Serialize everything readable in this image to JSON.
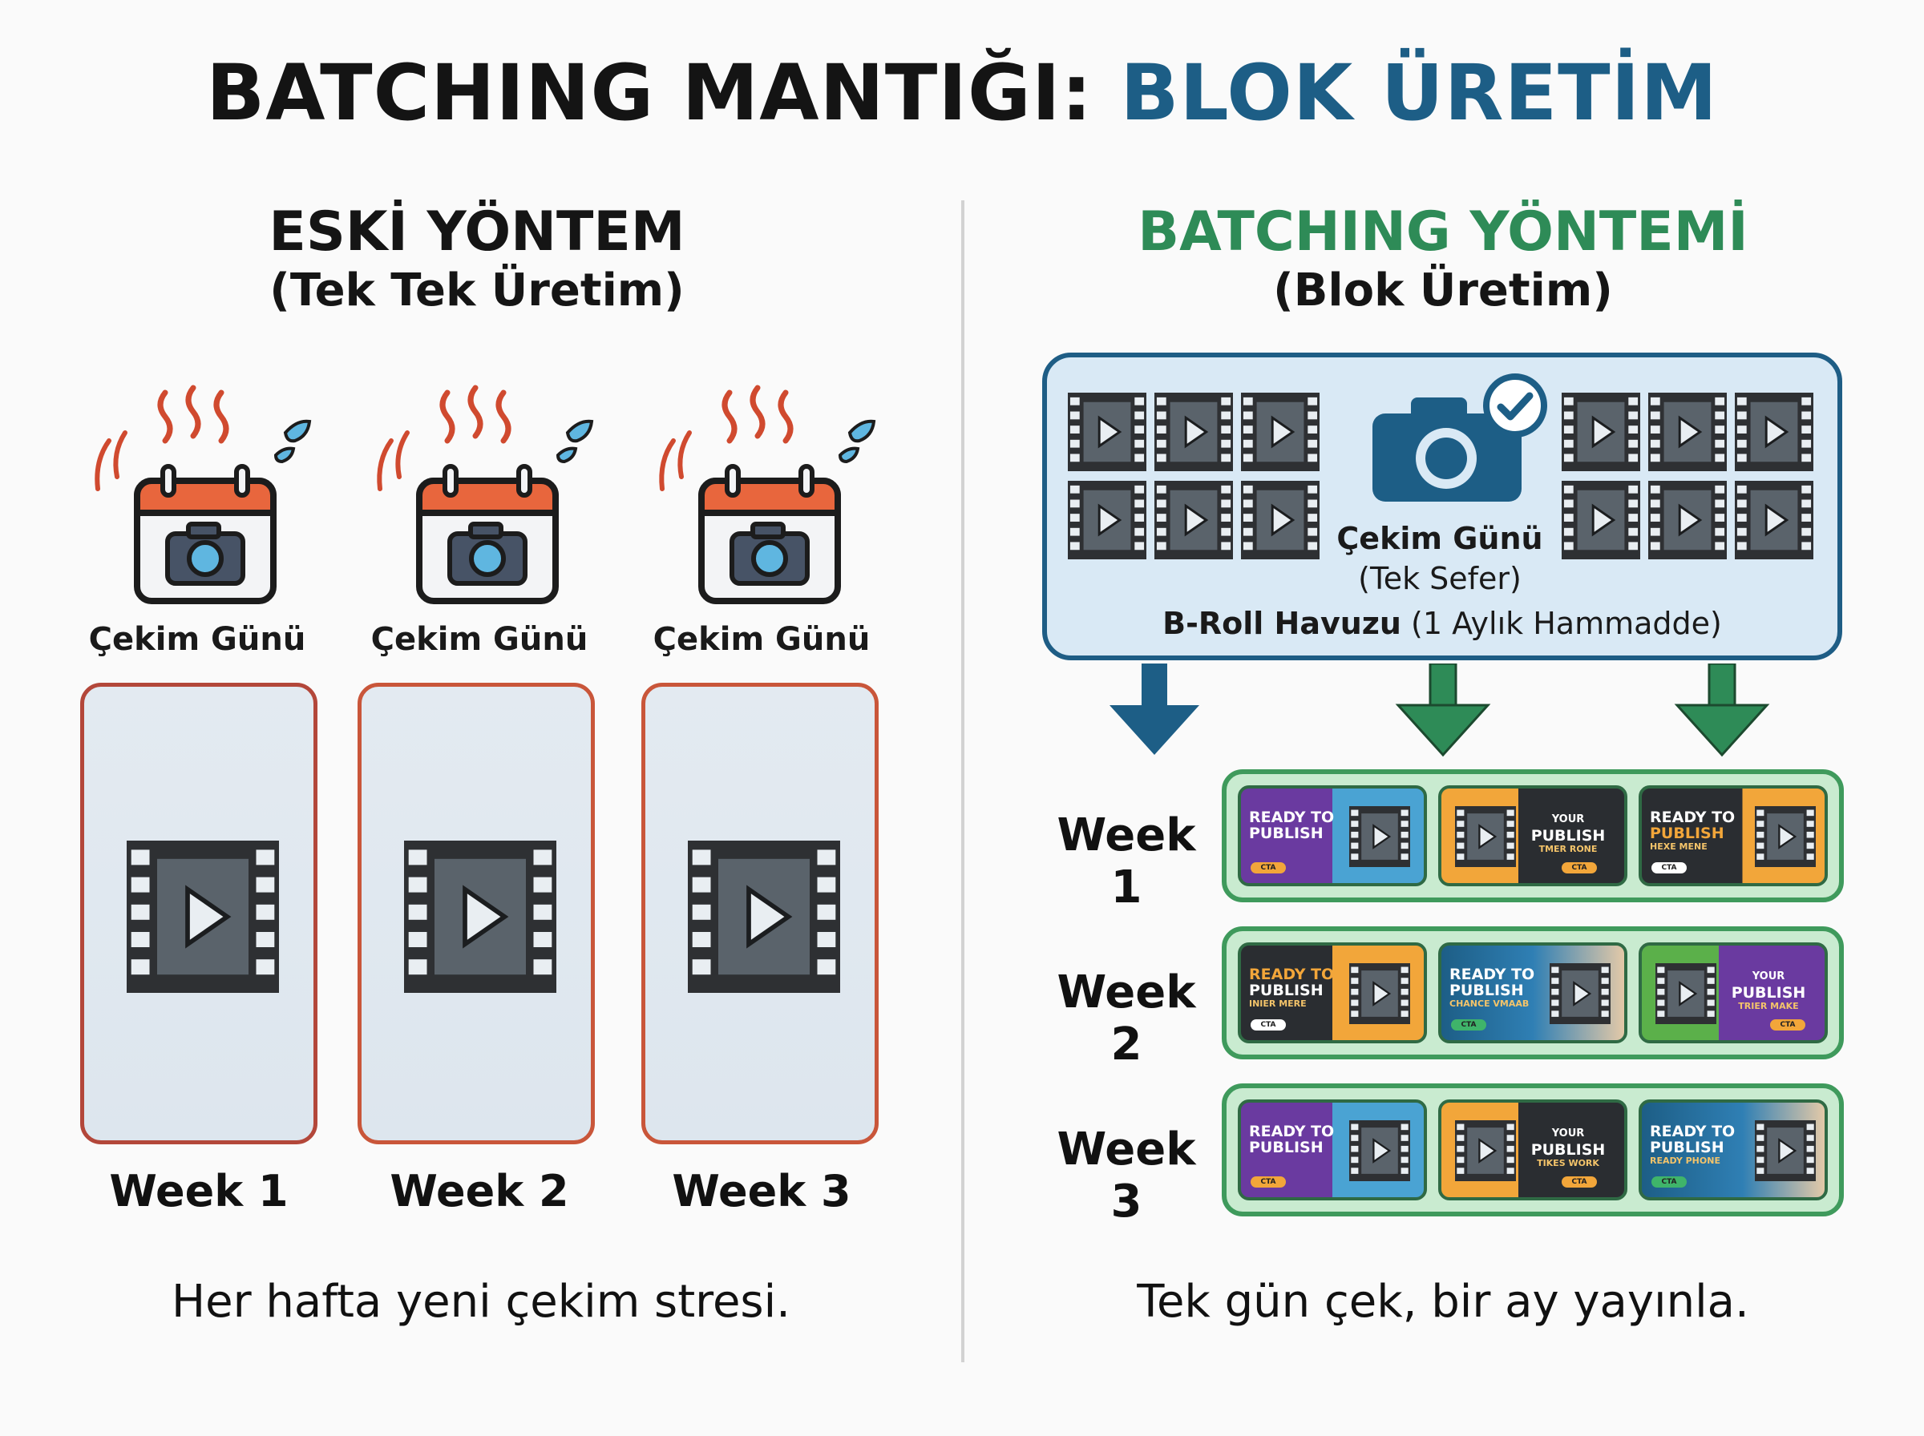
{
  "title": {
    "part1": "BATCHING MANTIĞI:",
    "part2": "BLOK ÜRETİM"
  },
  "colors": {
    "dark_blue": "#1d5e86",
    "green": "#2e8b57",
    "red": "#d04a2f",
    "orange": "#e8663d",
    "light_blue": "#d9e9f5",
    "light_green": "#c9ebd0"
  },
  "left": {
    "heading": "ESKİ YÖNTEM",
    "subheading": "(Tek Tek Üretim)",
    "days": [
      {
        "label": "Çekim Günü",
        "week": "Week 1"
      },
      {
        "label": "Çekim Günü",
        "week": "Week 2"
      },
      {
        "label": "Çekim Günü",
        "week": "Week 3"
      }
    ],
    "caption": "Her hafta yeni çekim stresi.",
    "icons": [
      "calendar-icon",
      "camera-icon",
      "steam-icon",
      "sweat-drop-icon",
      "film-play-icon"
    ]
  },
  "right": {
    "heading": "BATCHING YÖNTEMİ",
    "subheading": "(Blok Üretim)",
    "pool": {
      "shoot_label": "Çekim Günü",
      "shoot_sub": "(Tek Sefer)",
      "pool_bold": "B-Roll Havuzu",
      "pool_rest": " (1 Aylık Hammadde)"
    },
    "weeks": [
      {
        "name": "Week 1",
        "thumbs": [
          {
            "line1": "READY TO",
            "line2": "PUBLISH",
            "sub": "",
            "cta": "CTA"
          },
          {
            "line1": "YOUR",
            "line2": "PUBLISH",
            "sub": "TMER RONE",
            "cta": "CTA"
          },
          {
            "line1": "READY TO",
            "line2": "PUBLISH",
            "sub": "HEXE MENE",
            "cta": "CTA"
          }
        ]
      },
      {
        "name": "Week 2",
        "thumbs": [
          {
            "line1": "READY TO",
            "line2": "PUBLISH",
            "sub": "INIER MERE",
            "cta": "CTA"
          },
          {
            "line1": "READY TO",
            "line2": "PUBLISH",
            "sub": "CHANCE VMAAB",
            "cta": "CTA"
          },
          {
            "line1": "YOUR",
            "line2": "PUBLISH",
            "sub": "TRIER MAKE",
            "cta": "CTA"
          }
        ]
      },
      {
        "name": "Week 3",
        "thumbs": [
          {
            "line1": "READY TO",
            "line2": "PUBLISH",
            "sub": "",
            "cta": "CTA"
          },
          {
            "line1": "YOUR",
            "line2": "PUBLISH",
            "sub": "TIKES WORK",
            "cta": "CTA"
          },
          {
            "line1": "READY TO",
            "line2": "PUBLISH",
            "sub": "READY PHONE",
            "cta": "CTA"
          }
        ]
      }
    ],
    "caption": "Tek gün çek, bir ay yayınla."
  }
}
